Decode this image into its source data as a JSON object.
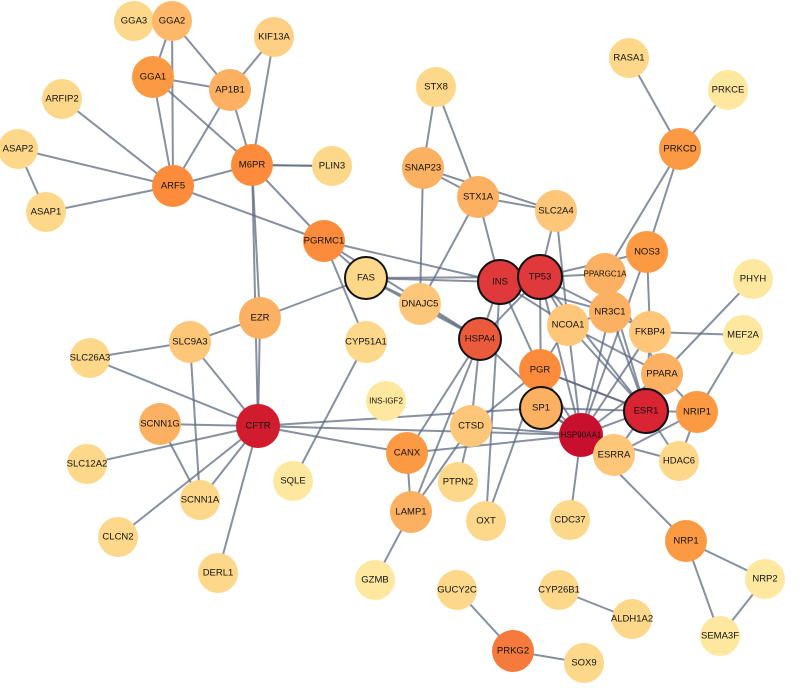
{
  "diagram": {
    "nodes": [
      {
        "id": "GGA3",
        "label": "GGA3",
        "color": "#fdd88a"
      },
      {
        "id": "GGA2",
        "label": "GGA2",
        "color": "#fdb86a"
      },
      {
        "id": "KIF13A",
        "label": "KIF13A",
        "color": "#fdd085"
      },
      {
        "id": "GGA1",
        "label": "GGA1",
        "color": "#fc9a44"
      },
      {
        "id": "AP1B1",
        "label": "AP1B1",
        "color": "#fcb062"
      },
      {
        "id": "ARFIP2",
        "label": "ARFIP2",
        "color": "#fdd88a"
      },
      {
        "id": "ASAP2",
        "label": "ASAP2",
        "color": "#fdd88a"
      },
      {
        "id": "M6PR",
        "label": "M6PR",
        "color": "#fc8c3c"
      },
      {
        "id": "PLIN3",
        "label": "PLIN3",
        "color": "#fdd88a"
      },
      {
        "id": "ARF5",
        "label": "ARF5",
        "color": "#fc8c3c"
      },
      {
        "id": "ASAP1",
        "label": "ASAP1",
        "color": "#fdd88a"
      },
      {
        "id": "STX8",
        "label": "STX8",
        "color": "#fdd88a"
      },
      {
        "id": "SNAP23",
        "label": "SNAP23",
        "color": "#fcb062"
      },
      {
        "id": "STX1A",
        "label": "STX1A",
        "color": "#fcb062"
      },
      {
        "id": "SLC2A4",
        "label": "SLC2A4",
        "color": "#fdc678"
      },
      {
        "id": "PGRMC1",
        "label": "PGRMC1",
        "color": "#fc8c3c"
      },
      {
        "id": "RASA1",
        "label": "RASA1",
        "color": "#fdd88a"
      },
      {
        "id": "PRKCE",
        "label": "PRKCE",
        "color": "#fee8a0"
      },
      {
        "id": "PRKCD",
        "label": "PRKCD",
        "color": "#fc9a44"
      },
      {
        "id": "NOS3",
        "label": "NOS3",
        "color": "#fc9a44"
      },
      {
        "id": "FAS",
        "label": "FAS",
        "color": "#fdd88a",
        "hl": true
      },
      {
        "id": "INS",
        "label": "INS",
        "color": "#e0393b",
        "hl": true
      },
      {
        "id": "TP53",
        "label": "TP53",
        "color": "#e0393b",
        "hl": true
      },
      {
        "id": "PPARGC1A",
        "label": "PPARGC1A",
        "color": "#fcb062"
      },
      {
        "id": "PHYH",
        "label": "PHYH",
        "color": "#fee8a0"
      },
      {
        "id": "DNAJC5",
        "label": "DNAJC5",
        "color": "#fdc678"
      },
      {
        "id": "EZR",
        "label": "EZR",
        "color": "#fcb062"
      },
      {
        "id": "NCOA1",
        "label": "NCOA1",
        "color": "#fdc678"
      },
      {
        "id": "NR3C1",
        "label": "NR3C1",
        "color": "#fcb062"
      },
      {
        "id": "FKBP4",
        "label": "FKBP4",
        "color": "#fdc678"
      },
      {
        "id": "SLC9A3",
        "label": "SLC9A3",
        "color": "#fdc678"
      },
      {
        "id": "CYP51A1",
        "label": "CYP51A1",
        "color": "#fdd88a"
      },
      {
        "id": "HSPA4",
        "label": "HSPA4",
        "color": "#ec5a3c",
        "hl": true
      },
      {
        "id": "MEF2A",
        "label": "MEF2A",
        "color": "#fee8a0"
      },
      {
        "id": "SLC26A3",
        "label": "SLC26A3",
        "color": "#fdd88a"
      },
      {
        "id": "PGR",
        "label": "PGR",
        "color": "#fc8c3c"
      },
      {
        "id": "PPARA",
        "label": "PPARA",
        "color": "#fcb062"
      },
      {
        "id": "INS-IGF2",
        "label": "INS-IGF2",
        "color": "#fee8a0"
      },
      {
        "id": "SCNN1G",
        "label": "SCNN1G",
        "color": "#fcb062"
      },
      {
        "id": "CFTR",
        "label": "CFTR",
        "color": "#d01c2c"
      },
      {
        "id": "SP1",
        "label": "SP1",
        "color": "#fcb062",
        "hl": true
      },
      {
        "id": "ESR1",
        "label": "ESR1",
        "color": "#d82433",
        "hl": true
      },
      {
        "id": "NRIP1",
        "label": "NRIP1",
        "color": "#fc9a44"
      },
      {
        "id": "CTSD",
        "label": "CTSD",
        "color": "#fdc678"
      },
      {
        "id": "HSP90AA1",
        "label": "HSP90AA1",
        "color": "#c8102e"
      },
      {
        "id": "CANX",
        "label": "CANX",
        "color": "#fc9a44"
      },
      {
        "id": "ESRRA",
        "label": "ESRRA",
        "color": "#fdc678"
      },
      {
        "id": "HDAC6",
        "label": "HDAC6",
        "color": "#fdd88a"
      },
      {
        "id": "SLC12A2",
        "label": "SLC12A2",
        "color": "#fdd88a"
      },
      {
        "id": "SQLE",
        "label": "SQLE",
        "color": "#fee8a0"
      },
      {
        "id": "PTPN2",
        "label": "PTPN2",
        "color": "#fdd88a"
      },
      {
        "id": "SCNN1A",
        "label": "SCNN1A",
        "color": "#fdd88a"
      },
      {
        "id": "LAMP1",
        "label": "LAMP1",
        "color": "#fcb062"
      },
      {
        "id": "OXT",
        "label": "OXT",
        "color": "#fdd88a"
      },
      {
        "id": "CDC37",
        "label": "CDC37",
        "color": "#fdd88a"
      },
      {
        "id": "CLCN2",
        "label": "CLCN2",
        "color": "#fdd88a"
      },
      {
        "id": "NRP1",
        "label": "NRP1",
        "color": "#fc9a44"
      },
      {
        "id": "DERL1",
        "label": "DERL1",
        "color": "#fdd88a"
      },
      {
        "id": "NRP2",
        "label": "NRP2",
        "color": "#fee8a0"
      },
      {
        "id": "GZMB",
        "label": "GZMB",
        "color": "#fee8a0"
      },
      {
        "id": "GUCY2C",
        "label": "GUCY2C",
        "color": "#fdd88a"
      },
      {
        "id": "CYP26B1",
        "label": "CYP26B1",
        "color": "#fdd88a"
      },
      {
        "id": "ALDH1A2",
        "label": "ALDH1A2",
        "color": "#fdd88a"
      },
      {
        "id": "SEMA3F",
        "label": "SEMA3F",
        "color": "#fee8a0"
      },
      {
        "id": "PRKG2",
        "label": "PRKG2",
        "color": "#f57a3c"
      },
      {
        "id": "SOX9",
        "label": "SOX9",
        "color": "#fdd88a"
      }
    ],
    "edges": [
      [
        "GGA3",
        "GGA2"
      ],
      [
        "GGA2",
        "GGA1"
      ],
      [
        "GGA1",
        "AP1B1"
      ],
      [
        "GGA2",
        "AP1B1"
      ],
      [
        "AP1B1",
        "KIF13A"
      ],
      [
        "KIF13A",
        "M6PR"
      ],
      [
        "AP1B1",
        "M6PR"
      ],
      [
        "GGA1",
        "M6PR"
      ],
      [
        "GGA1",
        "ARF5"
      ],
      [
        "GGA2",
        "ARF5"
      ],
      [
        "ARFIP2",
        "ARF5"
      ],
      [
        "ASAP2",
        "ARF5"
      ],
      [
        "ASAP2",
        "ASAP1"
      ],
      [
        "ASAP1",
        "ARF5"
      ],
      [
        "ARF5",
        "M6PR"
      ],
      [
        "ARF5",
        "AP1B1"
      ],
      [
        "ARF5",
        "PGRMC1"
      ],
      [
        "M6PR",
        "PLIN3"
      ],
      [
        "M6PR",
        "PGRMC1"
      ],
      [
        "M6PR",
        "EZR"
      ],
      [
        "STX8",
        "SNAP23"
      ],
      [
        "STX8",
        "STX1A"
      ],
      [
        "SNAP23",
        "STX1A"
      ],
      [
        "SNAP23",
        "DNAJC5"
      ],
      [
        "STX1A",
        "DNAJC5"
      ],
      [
        "STX1A",
        "SLC2A4"
      ],
      [
        "STX1A",
        "INS"
      ],
      [
        "SNAP23",
        "SLC2A4"
      ],
      [
        "SLC2A4",
        "TP53"
      ],
      [
        "SLC2A4",
        "NCOA1"
      ],
      [
        "RASA1",
        "PRKCD"
      ],
      [
        "PRKCE",
        "PRKCD"
      ],
      [
        "PRKCD",
        "NOS3"
      ],
      [
        "PRKCD",
        "PPARGC1A"
      ],
      [
        "PGRMC1",
        "INS"
      ],
      [
        "PGRMC1",
        "FAS"
      ],
      [
        "PGRMC1",
        "CYP51A1"
      ],
      [
        "PGRMC1",
        "HSPA4"
      ],
      [
        "FAS",
        "EZR"
      ],
      [
        "FAS",
        "INS"
      ],
      [
        "FAS",
        "DNAJC5"
      ],
      [
        "FAS",
        "HSPA4"
      ],
      [
        "FAS",
        "TP53"
      ],
      [
        "INS",
        "TP53"
      ],
      [
        "INS",
        "HSPA4"
      ],
      [
        "INS",
        "PGR"
      ],
      [
        "INS",
        "NCOA1"
      ],
      [
        "INS",
        "NR3C1"
      ],
      [
        "INS",
        "OXT"
      ],
      [
        "TP53",
        "HSP90AA1"
      ],
      [
        "TP53",
        "ESR1"
      ],
      [
        "TP53",
        "NCOA1"
      ],
      [
        "TP53",
        "NR3C1"
      ],
      [
        "TP53",
        "PPARGC1A"
      ],
      [
        "TP53",
        "HSPA4"
      ],
      [
        "TP53",
        "SP1"
      ],
      [
        "TP53",
        "NOS3"
      ],
      [
        "HSPA4",
        "HSP90AA1"
      ],
      [
        "HSPA4",
        "CTSD"
      ],
      [
        "HSPA4",
        "CANX"
      ],
      [
        "HSPA4",
        "DNAJC5"
      ],
      [
        "HSPA4",
        "LAMP1"
      ],
      [
        "EZR",
        "CFTR"
      ],
      [
        "EZR",
        "SLC9A3"
      ],
      [
        "CFTR",
        "SLC9A3"
      ],
      [
        "CFTR",
        "SCNN1G"
      ],
      [
        "CFTR",
        "SCNN1A"
      ],
      [
        "CFTR",
        "SLC12A2"
      ],
      [
        "CFTR",
        "CLCN2"
      ],
      [
        "CFTR",
        "DERL1"
      ],
      [
        "CFTR",
        "SLC26A3"
      ],
      [
        "CFTR",
        "HSP90AA1"
      ],
      [
        "CFTR",
        "CANX"
      ],
      [
        "CFTR",
        "M6PR"
      ],
      [
        "CFTR",
        "SP1"
      ],
      [
        "SLC9A3",
        "SCNN1A"
      ],
      [
        "SLC9A3",
        "SLC26A3"
      ],
      [
        "SCNN1G",
        "SCNN1A"
      ],
      [
        "CYP51A1",
        "SQLE"
      ],
      [
        "PHYH",
        "PPARA"
      ],
      [
        "MEF2A",
        "FKBP4"
      ],
      [
        "MEF2A",
        "NRIP1"
      ],
      [
        "NCOA1",
        "ESR1"
      ],
      [
        "NCOA1",
        "PGR"
      ],
      [
        "NCOA1",
        "NR3C1"
      ],
      [
        "NCOA1",
        "PPARA"
      ],
      [
        "NCOA1",
        "HSP90AA1"
      ],
      [
        "NR3C1",
        "HSP90AA1"
      ],
      [
        "NR3C1",
        "FKBP4"
      ],
      [
        "NR3C1",
        "ESR1"
      ],
      [
        "FKBP4",
        "HSP90AA1"
      ],
      [
        "FKBP4",
        "ESR1"
      ],
      [
        "PPARA",
        "ESR1"
      ],
      [
        "PPARA",
        "HSP90AA1"
      ],
      [
        "PPARA",
        "NRIP1"
      ],
      [
        "PPARGC1A",
        "ESR1"
      ],
      [
        "PPARGC1A",
        "NR3C1"
      ],
      [
        "PPARGC1A",
        "PPARA"
      ],
      [
        "NOS3",
        "HSP90AA1"
      ],
      [
        "NOS3",
        "FKBP4"
      ],
      [
        "ESR1",
        "HSP90AA1"
      ],
      [
        "ESR1",
        "NRIP1"
      ],
      [
        "ESR1",
        "HDAC6"
      ],
      [
        "ESR1",
        "ESRRA"
      ],
      [
        "ESR1",
        "SP1"
      ],
      [
        "ESR1",
        "PGR"
      ],
      [
        "PGR",
        "HSP90AA1"
      ],
      [
        "PGR",
        "SP1"
      ],
      [
        "PGR",
        "ESR1"
      ],
      [
        "SP1",
        "HSP90AA1"
      ],
      [
        "SP1",
        "ESRRA"
      ],
      [
        "HSP90AA1",
        "HDAC6"
      ],
      [
        "HSP90AA1",
        "CDC37"
      ],
      [
        "HSP90AA1",
        "CTSD"
      ],
      [
        "HSP90AA1",
        "CANX"
      ],
      [
        "HSP90AA1",
        "ESRRA"
      ],
      [
        "ESRRA",
        "NRIP1"
      ],
      [
        "NRIP1",
        "HDAC6"
      ],
      [
        "CTSD",
        "LAMP1"
      ],
      [
        "CTSD",
        "PTPN2"
      ],
      [
        "CTSD",
        "PGR"
      ],
      [
        "CANX",
        "LAMP1"
      ],
      [
        "LAMP1",
        "GZMB"
      ],
      [
        "OXT",
        "PGR"
      ],
      [
        "NRP1",
        "NRP2"
      ],
      [
        "NRP1",
        "SEMA3F"
      ],
      [
        "NRP2",
        "SEMA3F"
      ],
      [
        "NRP1",
        "HSP90AA1"
      ],
      [
        "GUCY2C",
        "PRKG2"
      ],
      [
        "PRKG2",
        "SOX9"
      ],
      [
        "CYP26B1",
        "ALDH1A2"
      ],
      [
        "PLIN3",
        "M6PR"
      ]
    ]
  }
}
